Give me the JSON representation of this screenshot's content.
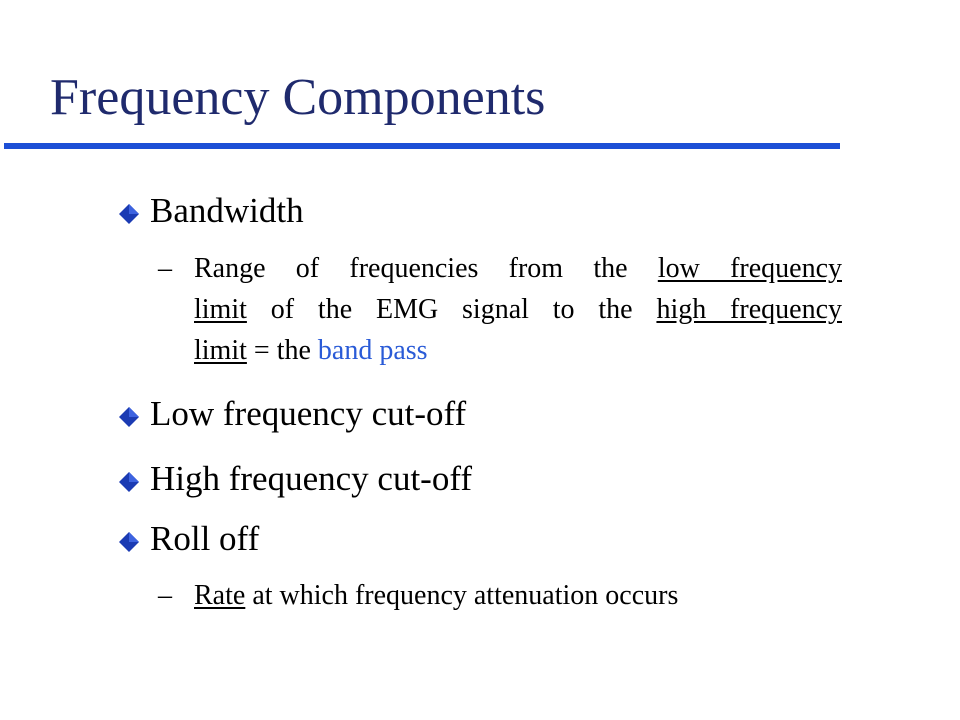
{
  "title": "Frequency Components",
  "bullets": [
    {
      "label": "Bandwidth"
    },
    {
      "label": "Low frequency cut-off"
    },
    {
      "label": "High frequency cut-off"
    },
    {
      "label": "Roll off"
    }
  ],
  "sub_bandwidth": {
    "dash": "–",
    "line1_a": "Range of frequencies from the ",
    "line1_u": "low frequency",
    "line2_u1": "limit",
    "line2_b": " of the EMG signal to the ",
    "line2_u2": "high frequency",
    "line3_u": "limit",
    "line3_b": " = the ",
    "line3_blue": "band pass"
  },
  "sub_rolloff": {
    "dash": "–",
    "u": "Rate",
    "rest": " at which frequency attenuation occurs"
  },
  "colors": {
    "title": "#1f2a6d",
    "rule": "#1d4fd6",
    "bullet": "#1b3bb3",
    "highlight": "#2a5bd7"
  },
  "icons": {
    "bullet": "diamond-icon"
  }
}
